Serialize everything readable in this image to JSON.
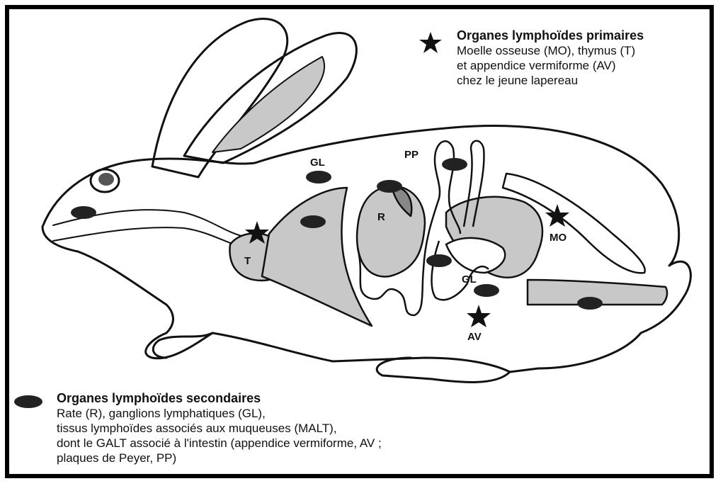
{
  "legend_primary": {
    "title": "Organes lymphoïdes primaires",
    "lines": [
      "Moelle osseuse (MO), thymus (T)",
      "et appendice vermiforme (AV)",
      "chez le jeune lapereau"
    ]
  },
  "legend_secondary": {
    "title": "Organes lymphoïdes secondaires",
    "lines": [
      "Rate (R), ganglions lymphatiques (GL),",
      "tissus lymphoïdes associés aux muqueuses (MALT),",
      "dont le GALT associé à l'intestin (appendice vermiforme, AV ;",
      "plaques de Peyer, PP)"
    ]
  },
  "labels": {
    "gl_top": "GL",
    "pp": "PP",
    "r": "R",
    "t": "T",
    "mo": "MO",
    "gl_mid": "GL",
    "av": "AV"
  },
  "icons": {
    "primary_marker": "star-icon",
    "secondary_marker": "ellipse-dot-icon"
  },
  "colors": {
    "organ_fill": "#c8c8c8",
    "marker": "#222222",
    "outline": "#111111"
  }
}
